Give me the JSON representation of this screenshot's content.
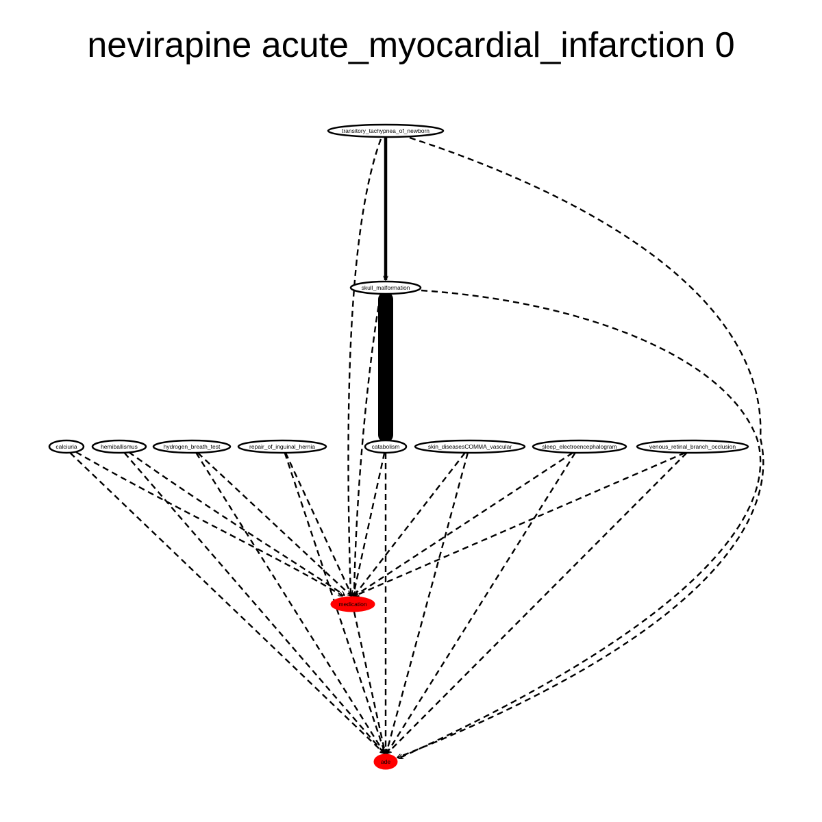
{
  "title": "nevirapine acute_myocardial_infarction 0",
  "colors": {
    "highlight_fill": "#ff0000",
    "node_fill": "#ffffff",
    "stroke": "#000000"
  },
  "nodes": [
    {
      "id": "transitory_tachypnea_of_newborn",
      "label": "transitory_tachypnea_of_newborn",
      "highlighted": false
    },
    {
      "id": "skull_malformation",
      "label": "skull_malformation",
      "highlighted": false
    },
    {
      "id": "calciuria",
      "label": "calciuria",
      "highlighted": false
    },
    {
      "id": "hemiballismus",
      "label": "hemiballismus",
      "highlighted": false
    },
    {
      "id": "hydrogen_breath_test",
      "label": "hydrogen_breath_test",
      "highlighted": false
    },
    {
      "id": "repair_of_inguinal_hernia",
      "label": "repair_of_inguinal_hernia",
      "highlighted": false
    },
    {
      "id": "catabolism",
      "label": "catabolism",
      "highlighted": false
    },
    {
      "id": "skin_diseasesCOMMA_vascular",
      "label": "skin_diseasesCOMMA_vascular",
      "highlighted": false
    },
    {
      "id": "sleep_electroencephalogram",
      "label": "sleep_electroencephalogram",
      "highlighted": false
    },
    {
      "id": "venous_retinal_branch_occlusion",
      "label": "venous_retinal_branch_occlusion",
      "highlighted": false
    },
    {
      "id": "medication",
      "label": "medication",
      "highlighted": true
    },
    {
      "id": "ade",
      "label": "ade",
      "highlighted": true
    }
  ],
  "edges": [
    {
      "from": "transitory_tachypnea_of_newborn",
      "to": "skull_malformation",
      "style": "solid",
      "weight": 2
    },
    {
      "from": "skull_malformation",
      "to": "catabolism",
      "style": "solid",
      "weight": 10
    },
    {
      "from": "transitory_tachypnea_of_newborn",
      "to": "medication",
      "style": "dashed",
      "weight": 1
    },
    {
      "from": "transitory_tachypnea_of_newborn",
      "to": "ade",
      "style": "dashed",
      "weight": 1
    },
    {
      "from": "skull_malformation",
      "to": "medication",
      "style": "dashed",
      "weight": 1
    },
    {
      "from": "skull_malformation",
      "to": "ade",
      "style": "dashed",
      "weight": 1
    },
    {
      "from": "calciuria",
      "to": "medication",
      "style": "dashed",
      "weight": 1
    },
    {
      "from": "calciuria",
      "to": "ade",
      "style": "dashed",
      "weight": 1
    },
    {
      "from": "hemiballismus",
      "to": "medication",
      "style": "dashed",
      "weight": 1
    },
    {
      "from": "hemiballismus",
      "to": "ade",
      "style": "dashed",
      "weight": 1
    },
    {
      "from": "hydrogen_breath_test",
      "to": "medication",
      "style": "dashed",
      "weight": 1
    },
    {
      "from": "hydrogen_breath_test",
      "to": "ade",
      "style": "dashed",
      "weight": 1
    },
    {
      "from": "repair_of_inguinal_hernia",
      "to": "medication",
      "style": "dashed",
      "weight": 1
    },
    {
      "from": "repair_of_inguinal_hernia",
      "to": "ade",
      "style": "dashed",
      "weight": 1
    },
    {
      "from": "catabolism",
      "to": "medication",
      "style": "dashed",
      "weight": 1
    },
    {
      "from": "catabolism",
      "to": "ade",
      "style": "dashed",
      "weight": 1
    },
    {
      "from": "skin_diseasesCOMMA_vascular",
      "to": "medication",
      "style": "dashed",
      "weight": 1
    },
    {
      "from": "skin_diseasesCOMMA_vascular",
      "to": "ade",
      "style": "dashed",
      "weight": 1
    },
    {
      "from": "sleep_electroencephalogram",
      "to": "medication",
      "style": "dashed",
      "weight": 1
    },
    {
      "from": "sleep_electroencephalogram",
      "to": "ade",
      "style": "dashed",
      "weight": 1
    },
    {
      "from": "venous_retinal_branch_occlusion",
      "to": "medication",
      "style": "dashed",
      "weight": 1
    },
    {
      "from": "venous_retinal_branch_occlusion",
      "to": "ade",
      "style": "dashed",
      "weight": 1
    },
    {
      "from": "medication",
      "to": "ade",
      "style": "dashed",
      "weight": 1
    }
  ]
}
